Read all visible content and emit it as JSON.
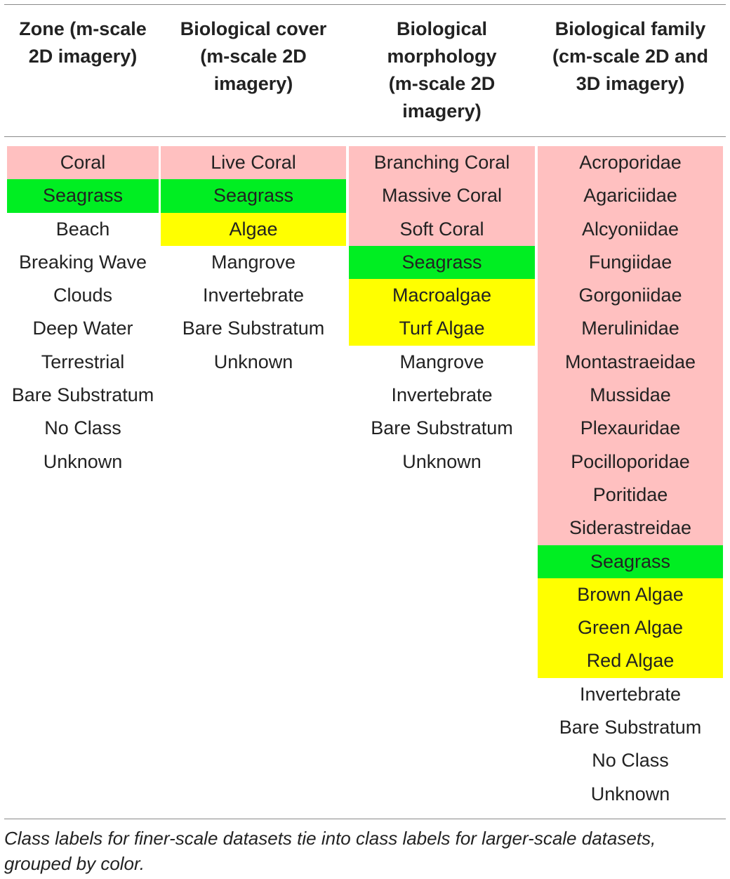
{
  "colors": {
    "coral": "#ffc0c0",
    "seagrass": "#00ee22",
    "algae": "#ffff00"
  },
  "headers": [
    "Zone (m-scale\n2D imagery)",
    "Biological cover\n(m-scale 2D\nimagery)",
    "Biological\nmorphology\n(m-scale 2D\nimagery)",
    "Biological family\n(cm-scale 2D and\n3D imagery)"
  ],
  "columns": [
    [
      {
        "label": "Coral",
        "group": "coral"
      },
      {
        "label": "Seagrass",
        "group": "seagrass"
      },
      {
        "label": "Beach",
        "group": "none"
      },
      {
        "label": "Breaking Wave",
        "group": "none"
      },
      {
        "label": "Clouds",
        "group": "none"
      },
      {
        "label": "Deep Water",
        "group": "none"
      },
      {
        "label": "Terrestrial",
        "group": "none"
      },
      {
        "label": "Bare Substratum",
        "group": "none"
      },
      {
        "label": "No Class",
        "group": "none"
      },
      {
        "label": "Unknown",
        "group": "none"
      }
    ],
    [
      {
        "label": "Live Coral",
        "group": "coral"
      },
      {
        "label": "Seagrass",
        "group": "seagrass"
      },
      {
        "label": "Algae",
        "group": "algae"
      },
      {
        "label": "Mangrove",
        "group": "none"
      },
      {
        "label": "Invertebrate",
        "group": "none"
      },
      {
        "label": "Bare Substratum",
        "group": "none"
      },
      {
        "label": "Unknown",
        "group": "none"
      }
    ],
    [
      {
        "label": "Branching Coral",
        "group": "coral"
      },
      {
        "label": "Massive Coral",
        "group": "coral"
      },
      {
        "label": "Soft Coral",
        "group": "coral"
      },
      {
        "label": "Seagrass",
        "group": "seagrass"
      },
      {
        "label": "Macroalgae",
        "group": "algae"
      },
      {
        "label": "Turf Algae",
        "group": "algae"
      },
      {
        "label": "Mangrove",
        "group": "none"
      },
      {
        "label": "Invertebrate",
        "group": "none"
      },
      {
        "label": "Bare Substratum",
        "group": "none"
      },
      {
        "label": "Unknown",
        "group": "none"
      }
    ],
    [
      {
        "label": "Acroporidae",
        "group": "coral"
      },
      {
        "label": "Agariciidae",
        "group": "coral"
      },
      {
        "label": "Alcyoniidae",
        "group": "coral"
      },
      {
        "label": "Fungiidae",
        "group": "coral"
      },
      {
        "label": "Gorgoniidae",
        "group": "coral"
      },
      {
        "label": "Merulinidae",
        "group": "coral"
      },
      {
        "label": "Montastraeidae",
        "group": "coral"
      },
      {
        "label": "Mussidae",
        "group": "coral"
      },
      {
        "label": "Plexauridae",
        "group": "coral"
      },
      {
        "label": "Pocilloporidae",
        "group": "coral"
      },
      {
        "label": "Poritidae",
        "group": "coral"
      },
      {
        "label": "Siderastreidae",
        "group": "coral"
      },
      {
        "label": "Seagrass",
        "group": "seagrass"
      },
      {
        "label": "Brown Algae",
        "group": "algae"
      },
      {
        "label": "Green Algae",
        "group": "algae"
      },
      {
        "label": "Red Algae",
        "group": "algae"
      },
      {
        "label": "Invertebrate",
        "group": "none"
      },
      {
        "label": "Bare Substratum",
        "group": "none"
      },
      {
        "label": "No Class",
        "group": "none"
      },
      {
        "label": "Unknown",
        "group": "none"
      }
    ]
  ],
  "caption": "Class labels for finer-scale datasets tie into class labels for larger-scale datasets, grouped by color."
}
